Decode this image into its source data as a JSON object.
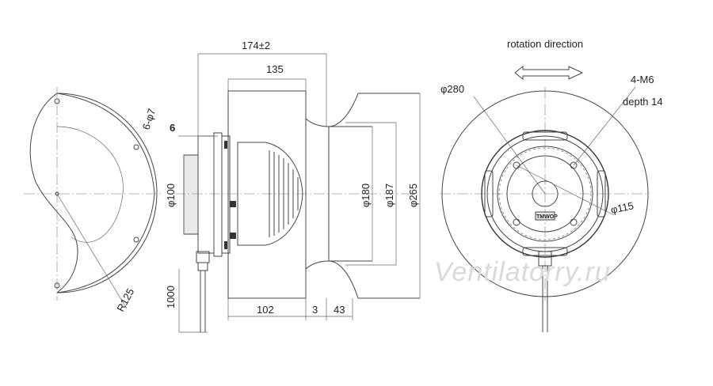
{
  "labels": {
    "overall_length": "174±2",
    "impeller_width": "135",
    "flange_thickness": "6",
    "hole_pattern": "6-φ7",
    "radius": "R125",
    "cable_length": "1000",
    "motor_diameter": "φ100",
    "inlet_diameter_1": "φ180",
    "inlet_diameter_2": "φ187",
    "inlet_diameter_3": "φ265",
    "depth_motor": "102",
    "gap": "3",
    "inlet_depth": "43",
    "rotation_direction": "rotation direction",
    "impeller_diameter": "φ280",
    "thread_spec": "4-M6",
    "thread_depth": "depth 14",
    "bolt_circle": "φ115",
    "brand_badge": "TMWOP",
    "watermark": "Ventilatorry.ru"
  }
}
